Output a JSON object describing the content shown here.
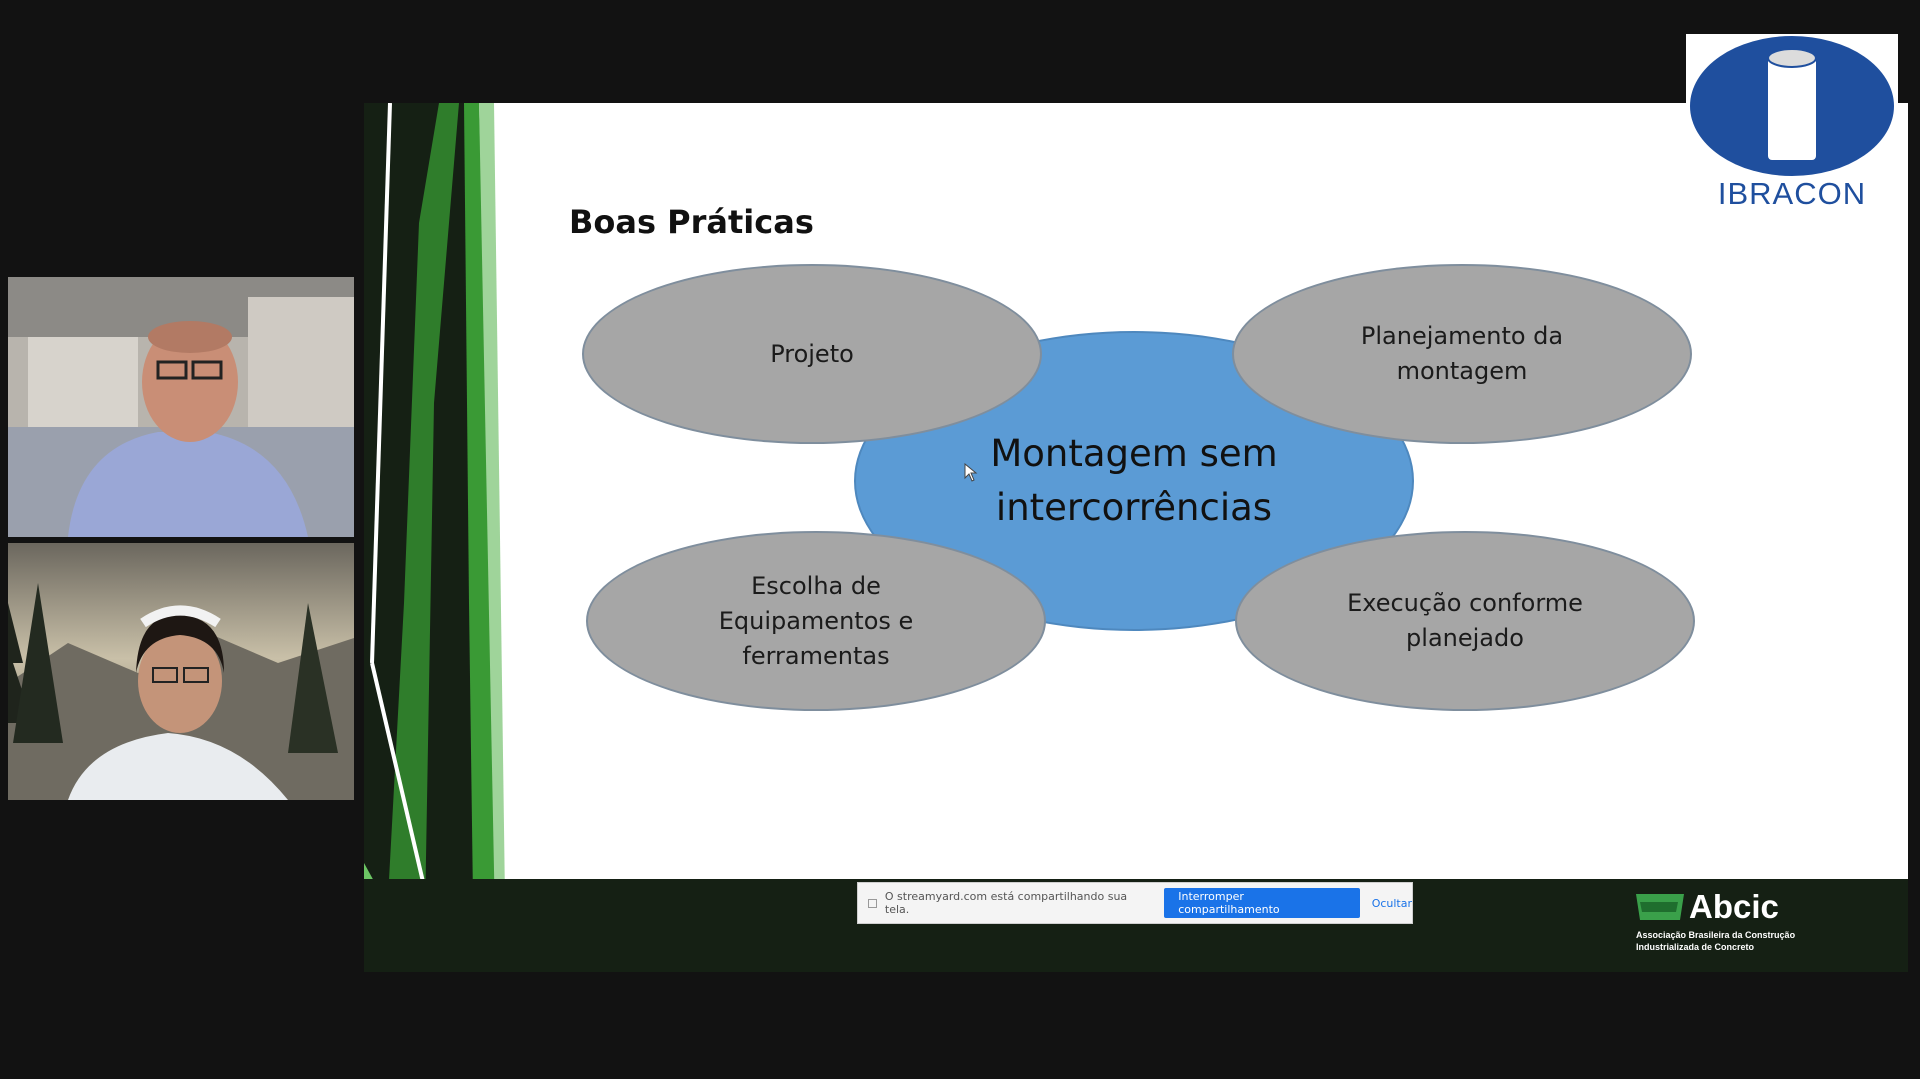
{
  "slide": {
    "title": "Boas Práticas",
    "center": "Montagem sem\nintercorrências",
    "items": [
      "Projeto",
      "Planejamento da\nmontagem",
      "Escolha de\nEquipamentos e\nferramentas",
      "Execução conforme\nplanejado"
    ]
  },
  "share_banner": {
    "message": "O streamyard.com está compartilhando sua tela.",
    "stop_label": "Interromper compartilhamento",
    "hide_label": "Ocultar"
  },
  "logos": {
    "ibracon": "IBRACON",
    "abcic": "Abcic",
    "abcic_sub_1": "Associação Brasileira da Construção",
    "abcic_sub_2": "Industrializada de Concreto"
  },
  "colors": {
    "background": "#121212",
    "slide_bg": "#ffffff",
    "ellipse_grey": "#a6a6a6",
    "ellipse_blue": "#5b9bd5",
    "accent_green": "#3a9a35",
    "banner_button": "#1a73e8",
    "ibracon_blue": "#1f4f9e"
  },
  "icons": [
    "cursor-icon",
    "ibracon-logo-icon",
    "abcic-logo-icon"
  ]
}
